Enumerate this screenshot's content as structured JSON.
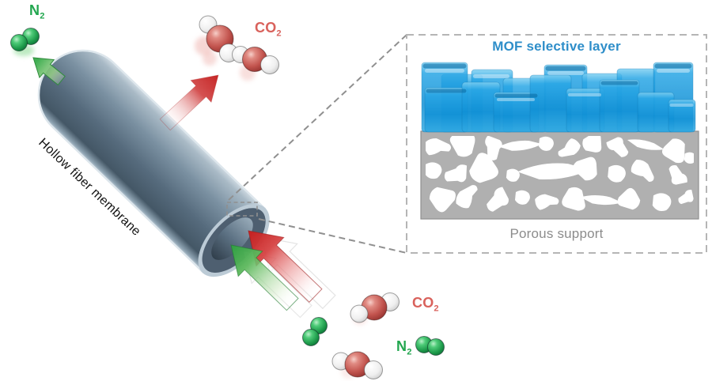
{
  "figure": {
    "labels": {
      "n2_top": {
        "base": "N",
        "sub": "2"
      },
      "co2_top": {
        "base": "CO",
        "sub": "2"
      },
      "membrane": "Hollow fiber membrane",
      "co2_bottom": {
        "base": "CO",
        "sub": "2"
      },
      "n2_bottom": {
        "base": "N",
        "sub": "2"
      }
    },
    "inset": {
      "selective_layer_label": "MOF selective layer",
      "support_label": "Porous support"
    },
    "colors": {
      "n2_green": "#21a64e",
      "co2_red": "#d9625c",
      "mof_crystal_blue": "#1b9ee0",
      "mof_label_blue": "#2e8ec9",
      "support_gray": "#b0b0b0",
      "support_label_gray": "#8c8c8c",
      "fiber_steel": "#64798b",
      "arrow_green": "#3fae4f",
      "arrow_red": "#c52525",
      "dash_gray": "#9a9a9a"
    }
  }
}
